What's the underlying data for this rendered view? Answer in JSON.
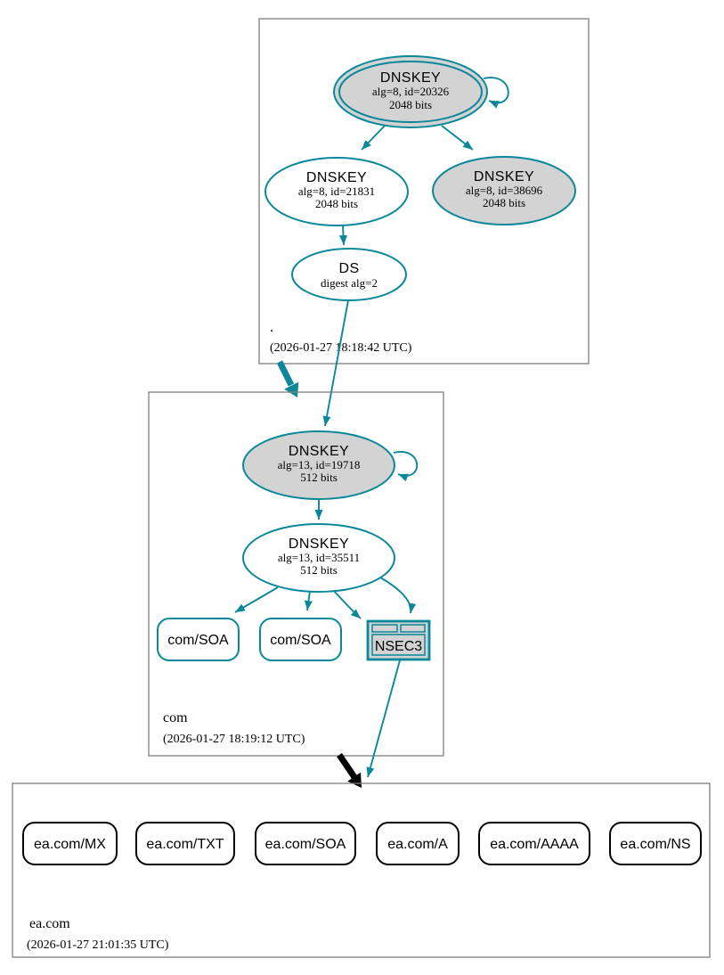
{
  "colors": {
    "secure_edge": "#0a879a",
    "insecure_edge": "#000000",
    "node_fill_gray": "#d3d3d3",
    "cluster_border": "#7f7f7f",
    "node_fill_white": "#ffffff",
    "text": "#000000"
  },
  "zones": {
    "root": {
      "label": ".",
      "timestamp": "(2026-01-27 18:18:42 UTC)",
      "nodes": {
        "ksk": {
          "title": "DNSKEY",
          "alg": "alg=8, id=20326",
          "bits": "2048 bits"
        },
        "zsk": {
          "title": "DNSKEY",
          "alg": "alg=8, id=21831",
          "bits": "2048 bits"
        },
        "key2": {
          "title": "DNSKEY",
          "alg": "alg=8, id=38696",
          "bits": "2048 bits"
        },
        "ds": {
          "title": "DS",
          "detail": "digest alg=2"
        }
      }
    },
    "com": {
      "label": "com",
      "timestamp": "(2026-01-27 18:19:12 UTC)",
      "nodes": {
        "ksk": {
          "title": "DNSKEY",
          "alg": "alg=13, id=19718",
          "bits": "512 bits"
        },
        "zsk": {
          "title": "DNSKEY",
          "alg": "alg=13, id=35511",
          "bits": "512 bits"
        },
        "soa1": {
          "label": "com/SOA"
        },
        "soa2": {
          "label": "com/SOA"
        },
        "nsec3": {
          "label": "NSEC3"
        }
      }
    },
    "ea_com": {
      "label": "ea.com",
      "timestamp": "(2026-01-27 21:01:35 UTC)",
      "rrsets": [
        {
          "label": "ea.com/MX"
        },
        {
          "label": "ea.com/TXT"
        },
        {
          "label": "ea.com/SOA"
        },
        {
          "label": "ea.com/A"
        },
        {
          "label": "ea.com/AAAA"
        },
        {
          "label": "ea.com/NS"
        }
      ]
    }
  }
}
